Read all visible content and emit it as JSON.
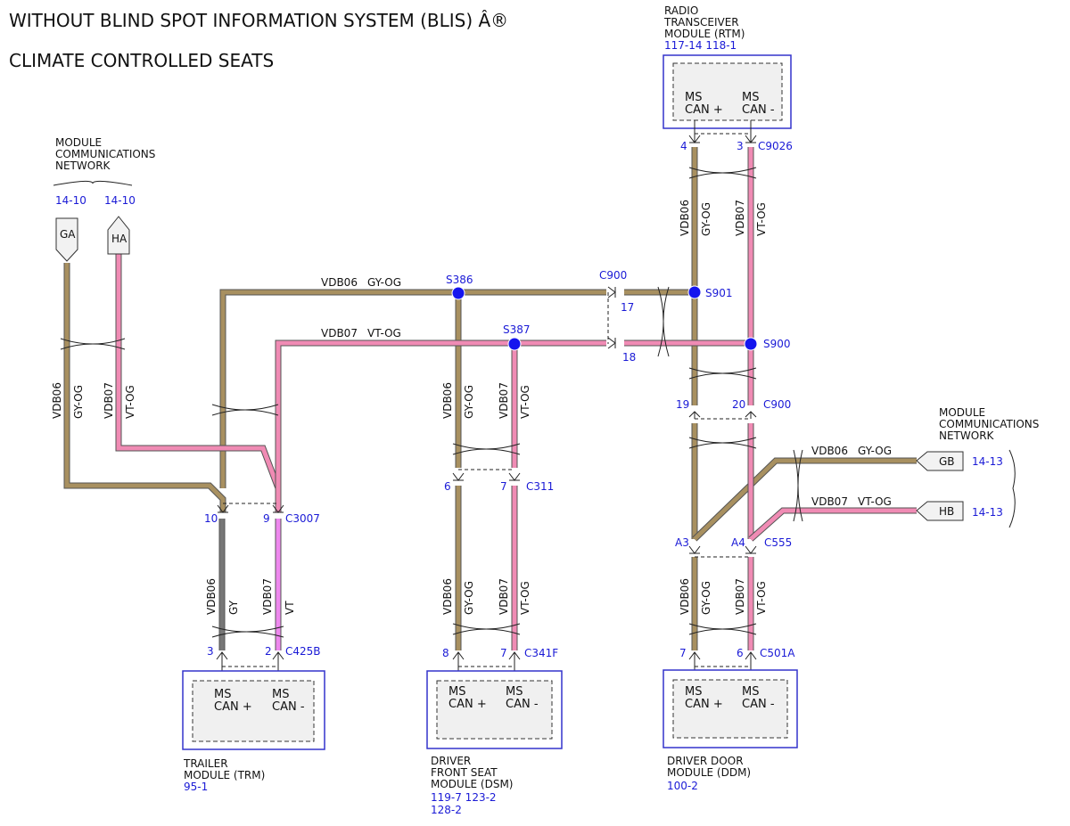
{
  "title": {
    "line1": "WITHOUT BLIND SPOT INFORMATION SYSTEM (BLIS) Â®",
    "line2": "CLIMATE CONTROLLED SEATS"
  },
  "colors": {
    "gy_og": "#a89060",
    "vt_og": "#f08bb4",
    "gy": "#777777",
    "vt": "#ee88ee",
    "splice": "#1515ee",
    "reference": "#1a1ad6"
  },
  "left_network": {
    "label": [
      "MODULE",
      "COMMUNICATIONS",
      "NETWORK"
    ],
    "ref_ga": "14-10",
    "ref_ha": "14-10",
    "tag_ga": "GA",
    "tag_ha": "HA"
  },
  "right_network": {
    "label": [
      "MODULE",
      "COMMUNICATIONS",
      "NETWORK"
    ],
    "tag_gb": "GB",
    "tag_hb": "HB",
    "ref_gb": "14-13",
    "ref_hb": "14-13"
  },
  "wires": {
    "vdb06": "VDB06",
    "vdb07": "VDB07",
    "gy_og": "GY-OG",
    "vt_og": "VT-OG",
    "gy": "GY",
    "vt": "VT"
  },
  "splices": {
    "s386": "S386",
    "s387": "S387",
    "s901": "S901",
    "s900": "S900"
  },
  "connectors": {
    "c900_top": "C900",
    "c900_pin17": "17",
    "c900_pin18": "18",
    "c900_lower": "C900",
    "c900_pin19": "19",
    "c900_pin20": "20",
    "c9026": "C9026",
    "c9026_pin4": "4",
    "c9026_pin3": "3",
    "c3007": "C3007",
    "c3007_pin10": "10",
    "c3007_pin9": "9",
    "c425b": "C425B",
    "c425b_pin3": "3",
    "c425b_pin2": "2",
    "c311": "C311",
    "c311_pin6": "6",
    "c311_pin7": "7",
    "c341f": "C341F",
    "c341f_pin8": "8",
    "c341f_pin7": "7",
    "c555": "C555",
    "c555_pinA3": "A3",
    "c555_pinA4": "A4",
    "c501a": "C501A",
    "c501a_pin7": "7",
    "c501a_pin6": "6"
  },
  "modules": {
    "rtm": {
      "name": [
        "RADIO",
        "TRANSCEIVER",
        "MODULE (RTM)"
      ],
      "refs": "117-14 118-1",
      "pin_plus": [
        "MS",
        "CAN +"
      ],
      "pin_minus": [
        "MS",
        "CAN -"
      ]
    },
    "trm": {
      "name": [
        "TRAILER",
        "MODULE (TRM)"
      ],
      "refs": [
        "95-1"
      ],
      "pin_plus": [
        "MS",
        "CAN +"
      ],
      "pin_minus": [
        "MS",
        "CAN -"
      ]
    },
    "dsm": {
      "name": [
        "DRIVER",
        "FRONT SEAT",
        "MODULE (DSM)"
      ],
      "refs": [
        "119-7 123-2",
        "128-2"
      ],
      "pin_plus": [
        "MS",
        "CAN +"
      ],
      "pin_minus": [
        "MS",
        "CAN -"
      ]
    },
    "ddm": {
      "name": [
        "DRIVER DOOR",
        "MODULE (DDM)"
      ],
      "refs": [
        "100-2"
      ],
      "pin_plus": [
        "MS",
        "CAN +"
      ],
      "pin_minus": [
        "MS",
        "CAN -"
      ]
    }
  }
}
